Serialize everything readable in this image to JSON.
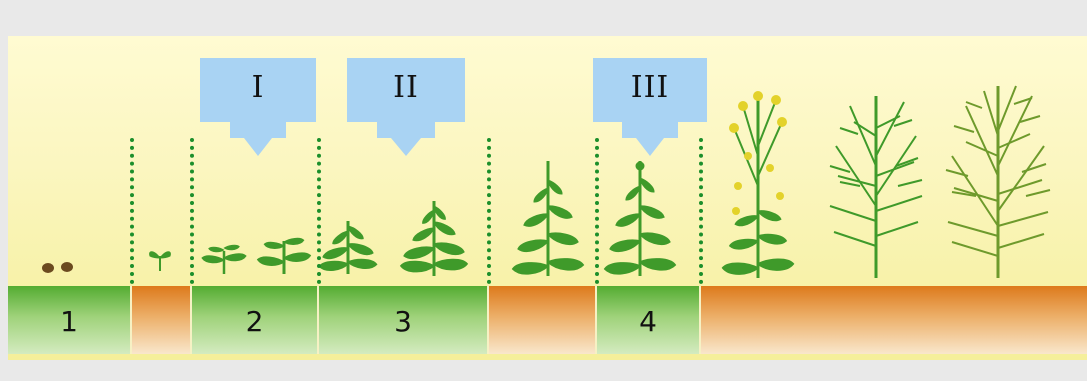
{
  "diagram": {
    "stages": [
      {
        "label": "1",
        "color": "green"
      },
      {
        "label": "",
        "color": "orange"
      },
      {
        "label": "2",
        "color": "green"
      },
      {
        "label": "3",
        "color": "green"
      },
      {
        "label": "",
        "color": "orange"
      },
      {
        "label": "4",
        "color": "green"
      },
      {
        "label": "",
        "color": "orange"
      }
    ],
    "treatments": [
      {
        "label": "I"
      },
      {
        "label": "II"
      },
      {
        "label": "III"
      }
    ],
    "colors": {
      "background": "#e9e9e9",
      "panel": "#fbf6c0",
      "arrow": "#a9d3f3",
      "divider": "#1c8f2b",
      "plant": "#3f9a2a",
      "flower": "#e3d22a",
      "seed": "#6b4a1f",
      "ground_green": "#54ac32",
      "ground_orange": "#dd7a1c"
    }
  }
}
